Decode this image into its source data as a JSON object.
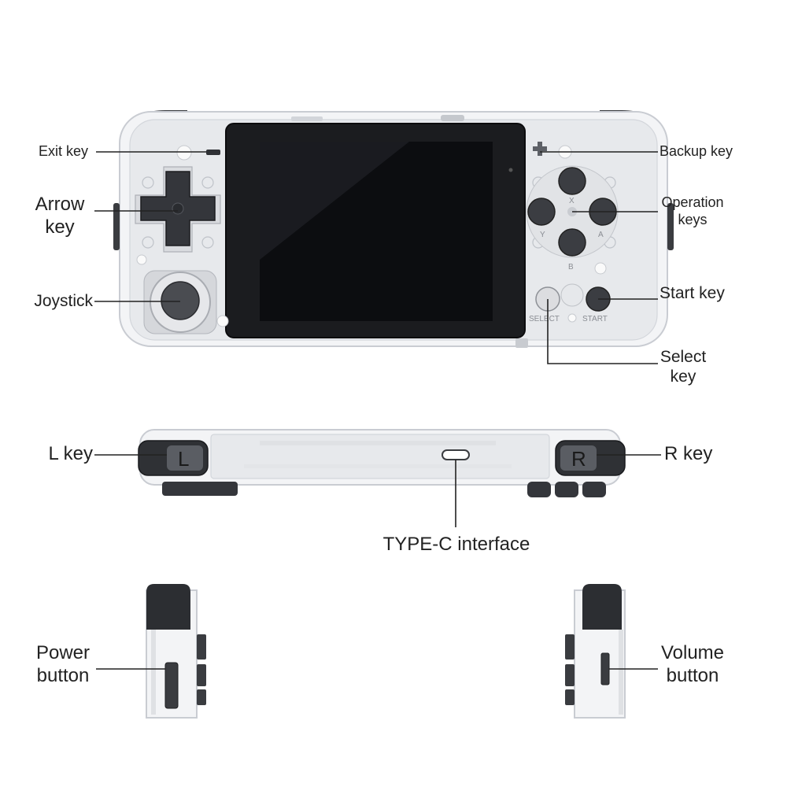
{
  "labels": {
    "exit_key": "Exit key",
    "arrow_key": "Arrow\nkey",
    "joystick": "Joystick",
    "backup_key": "Backup key",
    "operation_keys": "Operation\nkeys",
    "start_key": "Start key",
    "select_key": "Select\nkey",
    "l_key": "L key",
    "r_key": "R key",
    "type_c": "TYPE-C interface",
    "power_button": "Power\nbutton",
    "volume_button": "Volume\nbutton"
  },
  "device_markings": {
    "l_glyph": "L",
    "r_glyph": "R",
    "btn_x": "X",
    "btn_y": "Y",
    "btn_a": "A",
    "btn_b": "B",
    "select_text": "SELECT",
    "start_text": "START"
  },
  "colors": {
    "shell": "#f3f4f6",
    "screen": "#101114",
    "button_dark": "#3b3d42",
    "button_light": "#dcdde0",
    "leader": "#222222"
  }
}
